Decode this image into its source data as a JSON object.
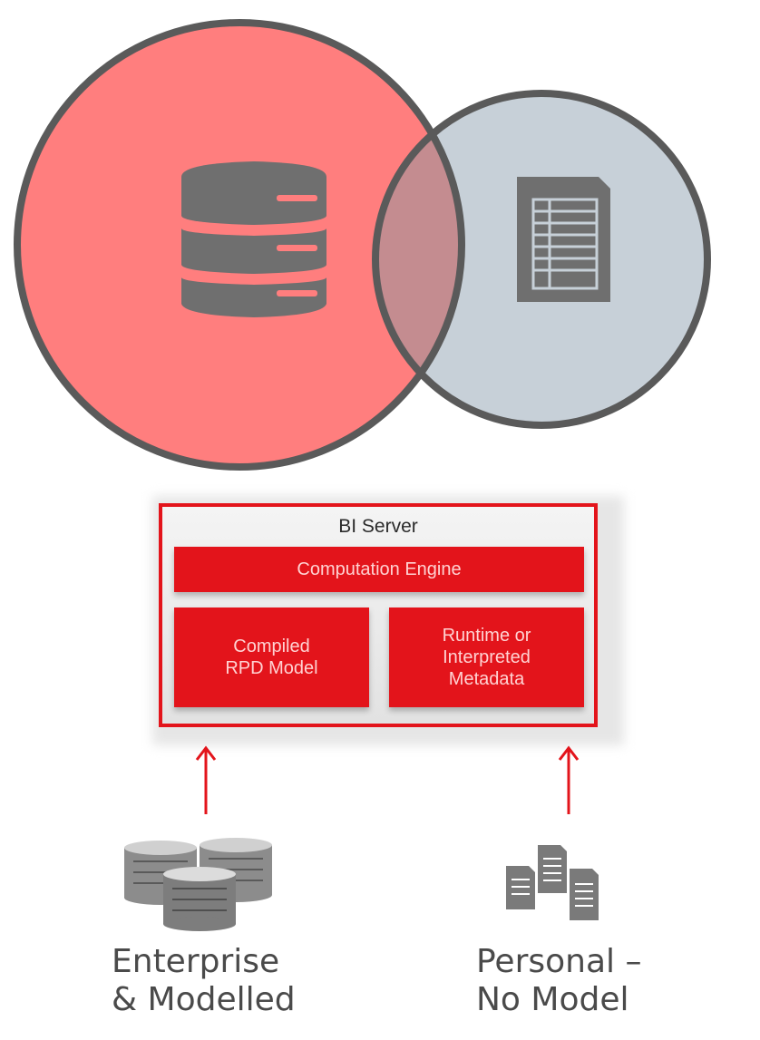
{
  "diagram": {
    "bi_server": {
      "title": "BI Server",
      "engine_label": "Computation Engine",
      "left_box_lines": [
        "Compiled",
        "RPD Model"
      ],
      "right_box_lines": [
        "Runtime or",
        "Interpreted",
        "Metadata"
      ]
    },
    "sources": {
      "enterprise": {
        "lines": [
          "Enterprise",
          "& Modelled"
        ],
        "icon": "database-cluster-icon"
      },
      "personal": {
        "lines": [
          "Personal –",
          "No Model"
        ],
        "icon": "documents-icon"
      }
    },
    "venn": {
      "left_icon": "database-icon",
      "right_icon": "spreadsheet-file-icon"
    },
    "colors": {
      "left_circle": "#ff7e7e",
      "right_circle": "#c7d0d8",
      "overlap": "#c48c90",
      "outline": "#5a5a5a",
      "accent_red": "#e3141b",
      "icon_gray": "#6f6f6f"
    }
  }
}
